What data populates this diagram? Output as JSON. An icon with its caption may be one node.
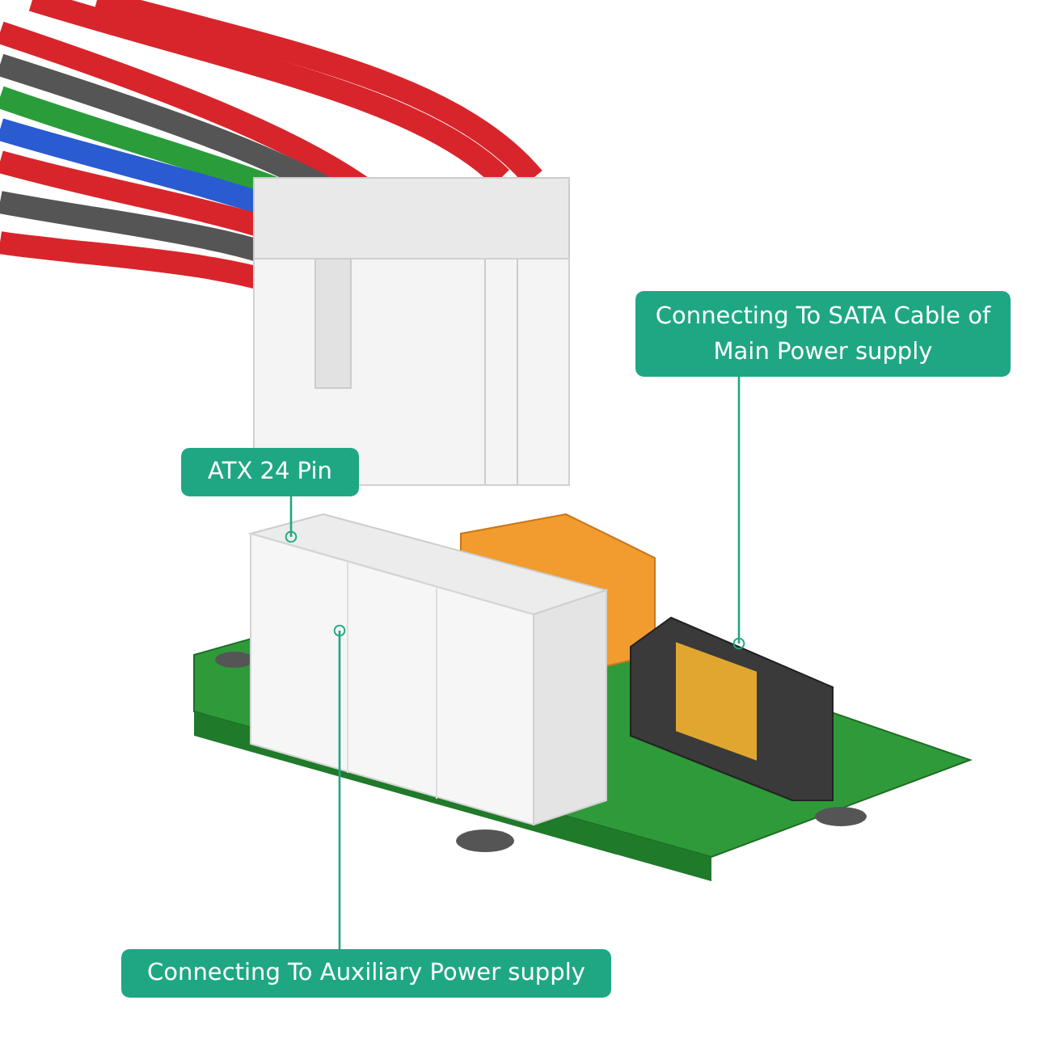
{
  "diagram": {
    "nodes": [
      {
        "text": [
          "Connecting To SATA Cable of Main Power supply"
        ]
      },
      {
        "text": [
          "ATX 24 Pin"
        ]
      },
      {
        "text": [],
        "shape": "picture"
      },
      {
        "text": [],
        "shape": "picture"
      },
      {
        "text": [
          "Connecting To Auxiliary Power supply"
        ]
      }
    ],
    "edges": [
      {
        "from": 0,
        "to": 3,
        "arrow": "other"
      },
      {
        "from": 1,
        "to": 2,
        "arrow": "other"
      },
      {
        "from": 4,
        "to": 2,
        "arrow": "other"
      }
    ]
  }
}
